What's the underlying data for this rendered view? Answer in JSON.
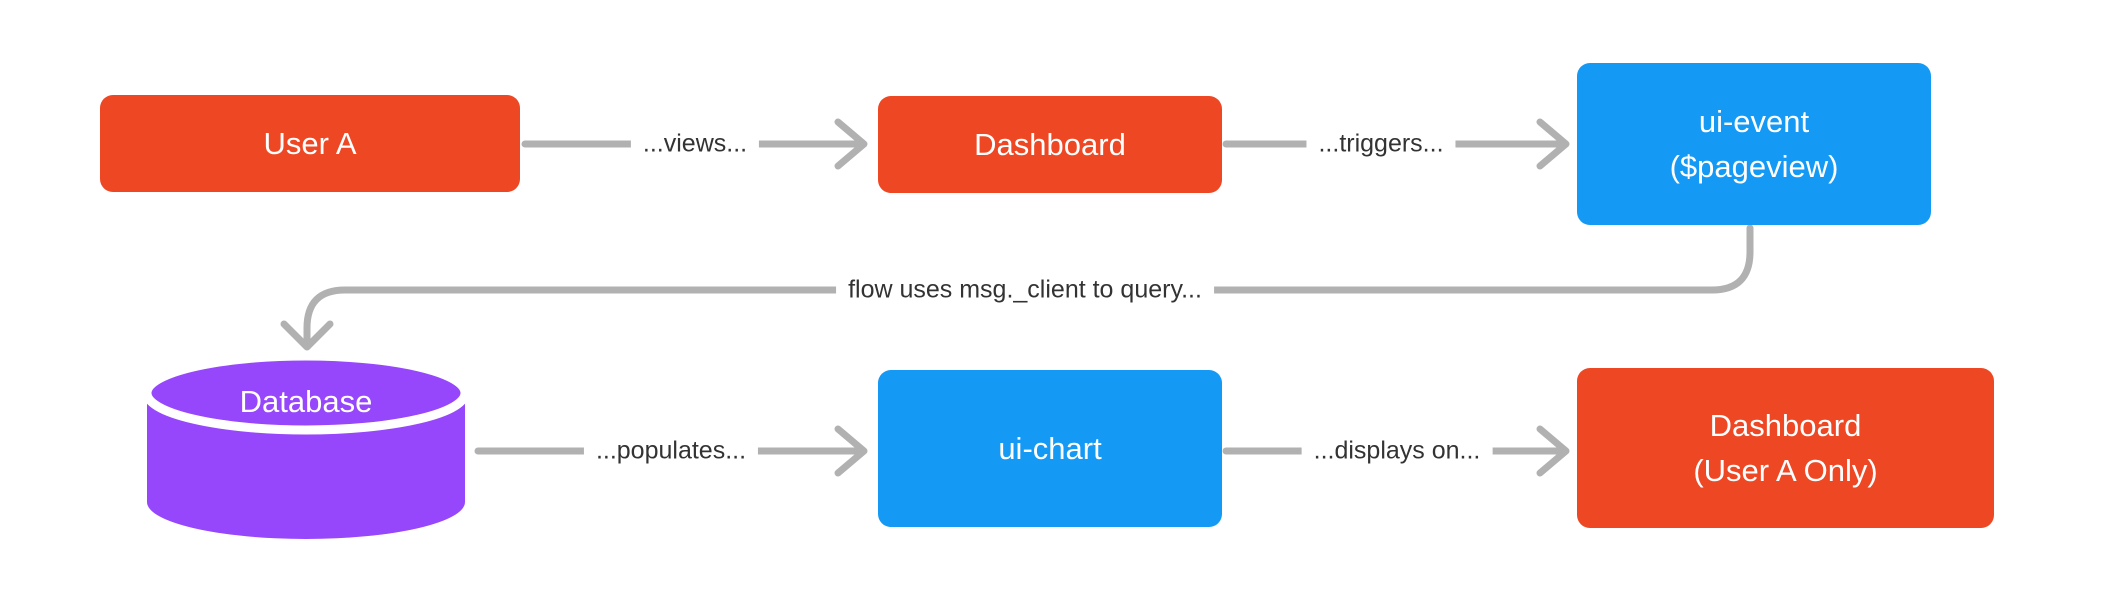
{
  "diagram": {
    "colors": {
      "node_orange": "#EE4723",
      "node_blue": "#1499F4",
      "cylinder_purple": "#9747FB",
      "arrow_gray": "#B1B1B1",
      "edge_text": "#333333",
      "node_text": "#FFFFFF",
      "background": "#FFFFFF"
    },
    "nodes": {
      "user_a": {
        "label": "User A"
      },
      "dashboard": {
        "label": "Dashboard"
      },
      "ui_event": {
        "label": "ui-event",
        "sublabel": "($pageview)"
      },
      "database": {
        "label": "Database"
      },
      "ui_chart": {
        "label": "ui-chart"
      },
      "dashboard_user_a": {
        "label": "Dashboard",
        "sublabel": "(User A Only)"
      }
    },
    "edges": {
      "views": {
        "from": "User A",
        "to": "Dashboard",
        "label": "...views..."
      },
      "triggers": {
        "from": "Dashboard",
        "to": "ui-event ($pageview)",
        "label": "...triggers..."
      },
      "query": {
        "from": "ui-event ($pageview)",
        "to": "Database",
        "label": "flow uses msg._client to query..."
      },
      "populates": {
        "from": "Database",
        "to": "ui-chart",
        "label": "...populates..."
      },
      "displays": {
        "from": "ui-chart",
        "to": "Dashboard (User A Only)",
        "label": "...displays on..."
      }
    }
  }
}
